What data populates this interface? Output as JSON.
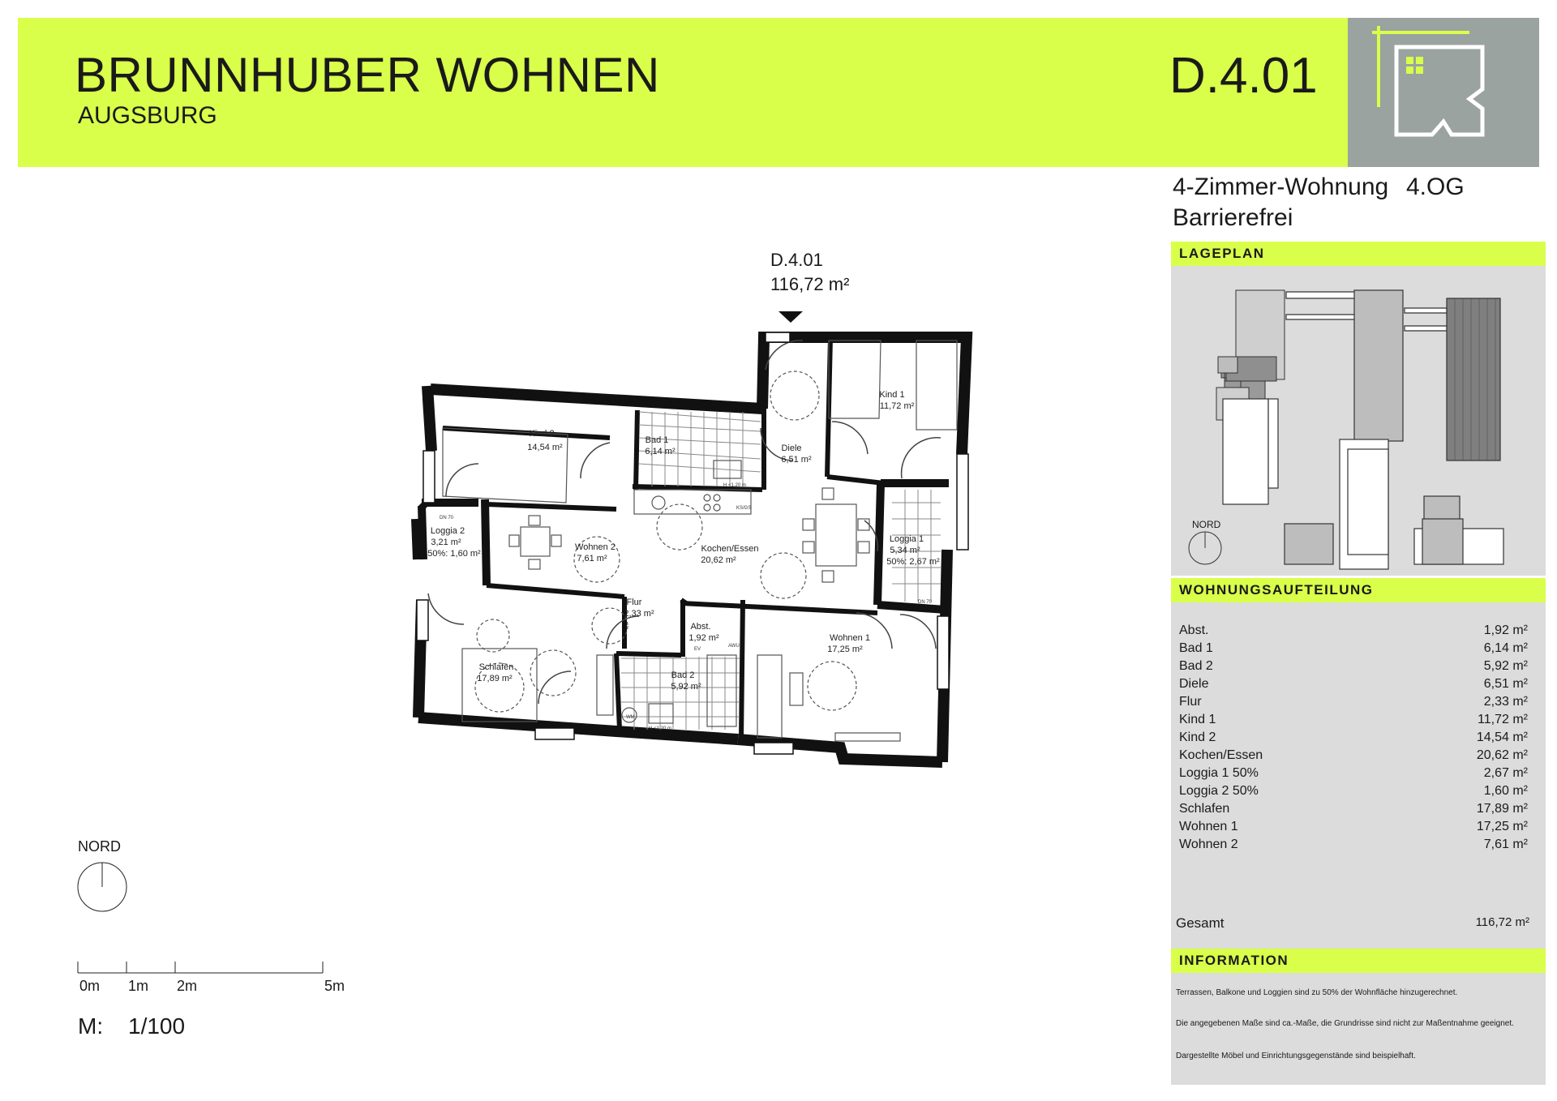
{
  "header": {
    "brand_title": "BRUNNHUBER WOHNEN",
    "brand_city": "AUGSBURG",
    "unit_code": "D.4.01"
  },
  "colors": {
    "accent": "#d9ff4a",
    "logo_bg": "#9aa3a0",
    "panel_bg": "#dcdcdc",
    "wall": "#111111"
  },
  "apartment": {
    "type": "4-Zimmer-Wohnung",
    "floor": "4.OG",
    "accessibility": "Barrierefrei"
  },
  "plan": {
    "unit_label": "D.4.01",
    "unit_area": "116,72 m²",
    "rooms": [
      {
        "name": "Kind 2",
        "area": "14,54 m²"
      },
      {
        "name": "Bad 1",
        "area": "6,14 m²"
      },
      {
        "name": "Diele",
        "area": "6,51 m²"
      },
      {
        "name": "Kind 1",
        "area": "11,72 m²"
      },
      {
        "name": "Loggia 2",
        "area": "3,21 m²",
        "extra": "50%: 1,60 m²"
      },
      {
        "name": "Wohnen 2",
        "area": "7,61 m²"
      },
      {
        "name": "Kochen/Essen",
        "area": "20,62 m²"
      },
      {
        "name": "Loggia 1",
        "area": "5,34 m²",
        "extra": "50%: 2,67 m²"
      },
      {
        "name": "Flur",
        "area": "2,33 m²"
      },
      {
        "name": "Abst.",
        "area": "1,92 m²"
      },
      {
        "name": "Wohnen 1",
        "area": "17,25 m²"
      },
      {
        "name": "Schlafen",
        "area": "17,89 m²"
      },
      {
        "name": "Bad 2",
        "area": "5,92 m²"
      }
    ],
    "small_labels": [
      "H <1,20 m",
      "H <1,20 m",
      "KS/GS",
      "WM",
      "EV",
      "AWU",
      "DN 70",
      "DN 70"
    ]
  },
  "north": {
    "label": "NORD"
  },
  "scale": {
    "ticks": [
      "0m",
      "1m",
      "2m",
      "5m"
    ],
    "m_label": "M:",
    "value": "1/100"
  },
  "sidebar": {
    "lageplan": {
      "heading": "LAGEPLAN",
      "nord": "NORD"
    },
    "aufteilung": {
      "heading": "WOHNUNGSAUFTEILUNG",
      "rows": [
        {
          "name": "Abst.",
          "area": "1,92 m²"
        },
        {
          "name": "Bad 1",
          "area": "6,14 m²"
        },
        {
          "name": "Bad 2",
          "area": "5,92 m²"
        },
        {
          "name": "Diele",
          "area": "6,51 m²"
        },
        {
          "name": "Flur",
          "area": "2,33 m²"
        },
        {
          "name": "Kind 1",
          "area": "11,72 m²"
        },
        {
          "name": "Kind 2",
          "area": "14,54 m²"
        },
        {
          "name": "Kochen/Essen",
          "area": "20,62 m²"
        },
        {
          "name": "Loggia 1 50%",
          "area": "2,67 m²"
        },
        {
          "name": "Loggia 2 50%",
          "area": "1,60 m²"
        },
        {
          "name": "Schlafen",
          "area": "17,89 m²"
        },
        {
          "name": "Wohnen 1",
          "area": "17,25 m²"
        },
        {
          "name": "Wohnen 2",
          "area": "7,61 m²"
        }
      ],
      "total_label": "Gesamt",
      "total_area": "116,72 m²"
    },
    "information": {
      "heading": "INFORMATION",
      "lines": [
        "Terrassen, Balkone und Loggien sind zu 50% der Wohnfläche hinzugerechnet.",
        "Die angegebenen Maße sind ca.-Maße, die Grundrisse sind nicht zur Maßentnahme geeignet.",
        "Dargestellte Möbel und Einrichtungsgegenstände sind beispielhaft."
      ]
    }
  }
}
